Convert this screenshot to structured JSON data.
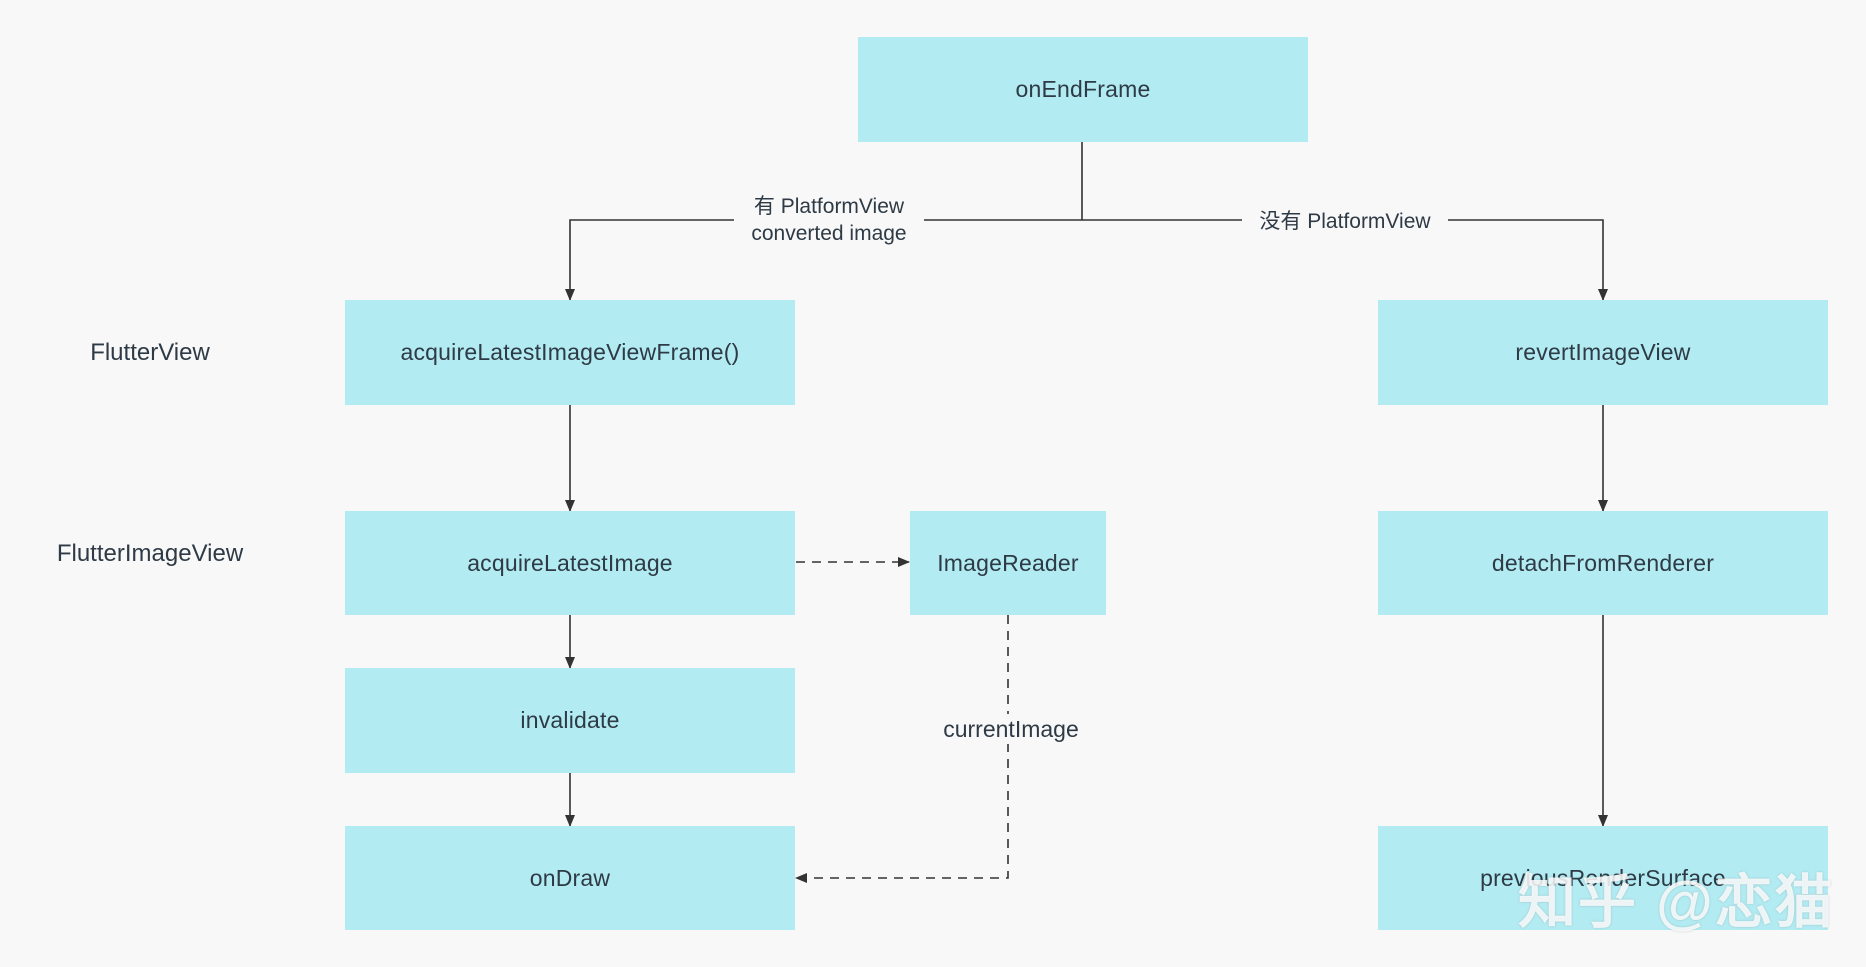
{
  "nodes": {
    "onEndFrame": "onEndFrame",
    "acquireLatestImageViewFrame": "acquireLatestImageViewFrame()",
    "acquireLatestImage": "acquireLatestImage",
    "invalidate": "invalidate",
    "onDraw": "onDraw",
    "imageReader": "ImageReader",
    "revertImageView": "revertImageView",
    "detachFromRenderer": "detachFromRenderer",
    "previousRenderSurface": "previousRenderSurface"
  },
  "lane_labels": {
    "flutterView": "FlutterView",
    "flutterImageView": "FlutterImageView"
  },
  "edge_labels": {
    "has_platform_view_line1": "有 PlatformView",
    "has_platform_view_line2": "converted image",
    "no_platform_view": "没有 PlatformView",
    "current_image": "currentImage"
  },
  "watermark": "知乎 @恋猫",
  "colors": {
    "background": "#f8f8f8",
    "node_fill": "#b2ebf2",
    "text": "#2e3a45",
    "line": "#333333"
  }
}
